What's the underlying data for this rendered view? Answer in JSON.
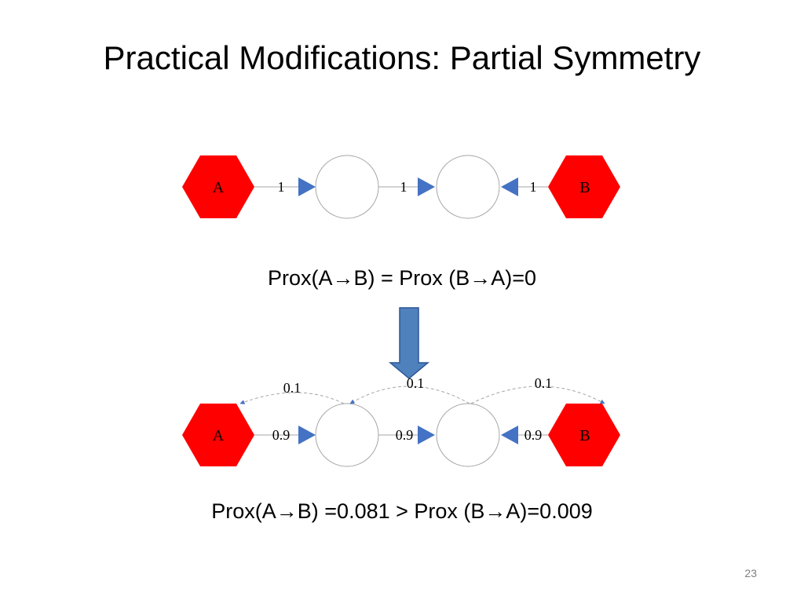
{
  "slide": {
    "title": "Practical Modifications: Partial Symmetry",
    "page_number": "23"
  },
  "diagram_top": {
    "node_a": "A",
    "node_b": "B",
    "edge_a_to_c1": "1",
    "edge_c1_to_c2": "1",
    "edge_b_to_c2": "1"
  },
  "equation_top": {
    "left": "Prox(A",
    "arrow": "→",
    "middle": "B) = Prox (B",
    "arrow2": "→",
    "right": "A)=0"
  },
  "diagram_bottom": {
    "node_a": "A",
    "node_b": "B",
    "edge_a_to_c1": "0.9",
    "edge_c1_to_c2": "0.9",
    "edge_b_to_c2": "0.9",
    "back_c1_to_a": "0.1",
    "back_c2_to_c1": "0.1",
    "back_c2_to_b": "0.1"
  },
  "equation_bottom": {
    "left": "Prox(A",
    "arrow": "→",
    "middle": "B) =0.081 > Prox (B",
    "arrow2": "→",
    "right": "A)=0.009"
  },
  "colors": {
    "node_fill": "#ff0000",
    "arrow_fill": "#4472c4",
    "big_arrow_fill": "#4f81bd",
    "big_arrow_stroke": "#2f5597"
  }
}
